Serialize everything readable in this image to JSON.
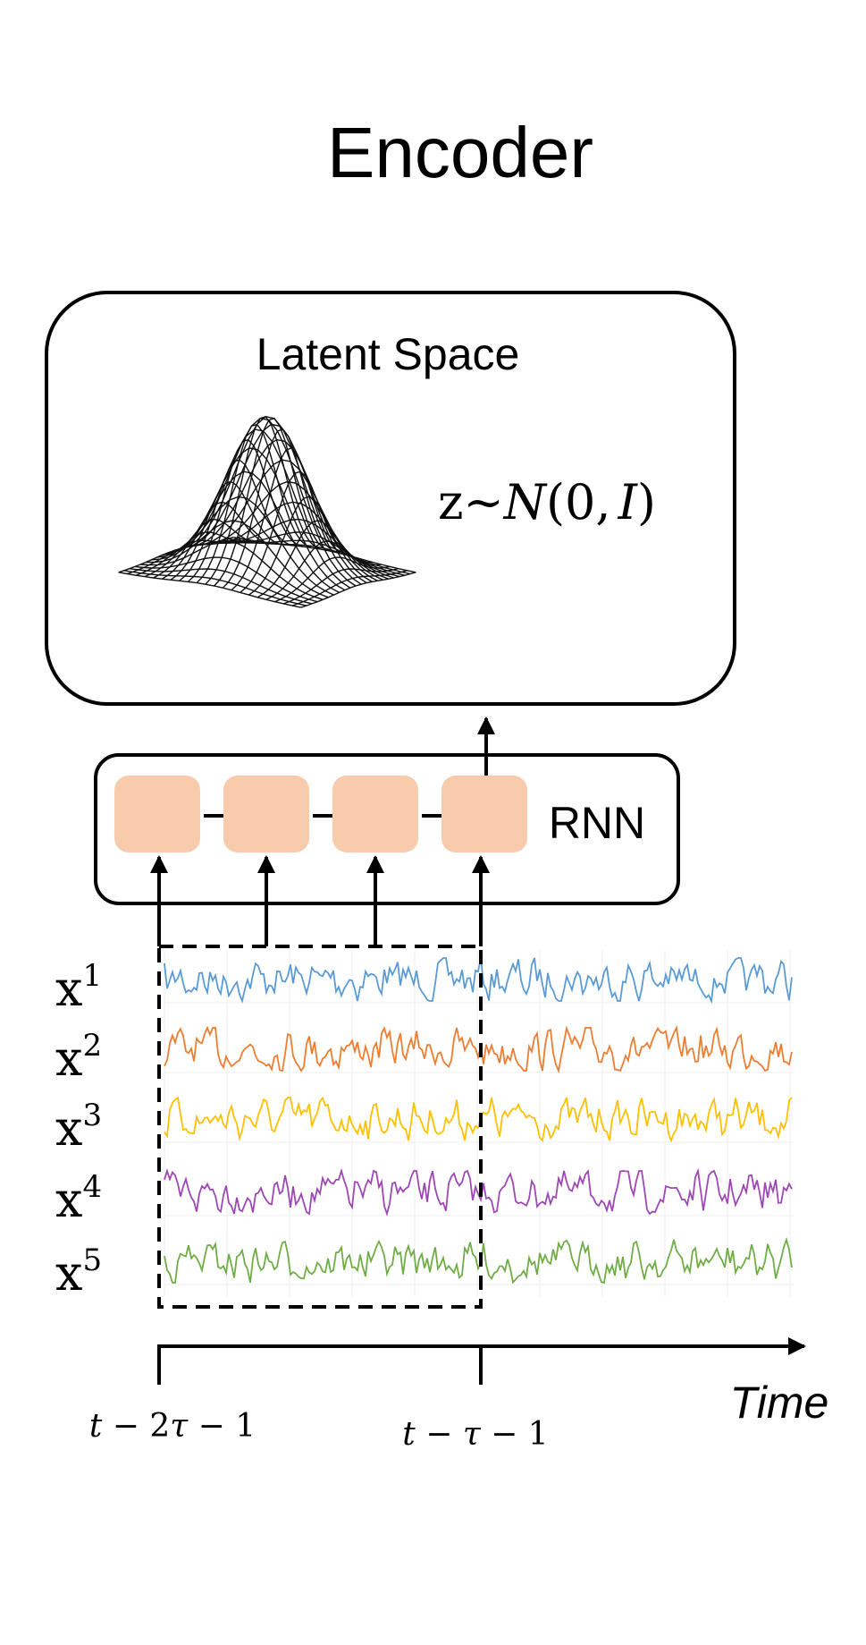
{
  "title": "Encoder",
  "latent": {
    "label": "Latent Space",
    "z": "z",
    "tilde": "~",
    "dist": "N",
    "open": "(",
    "mean": "0",
    "comma": ",",
    "cov": "I",
    "close": ")"
  },
  "rnn": {
    "label": "RNN",
    "cell_color": "#f8cbad"
  },
  "series": [
    {
      "name": "x",
      "sup": "1",
      "color": "#5b9bd5"
    },
    {
      "name": "x",
      "sup": "2",
      "color": "#ed7d31"
    },
    {
      "name": "x",
      "sup": "3",
      "color": "#ffc000"
    },
    {
      "name": "x",
      "sup": "4",
      "color": "#9e48b5"
    },
    {
      "name": "x",
      "sup": "5",
      "color": "#70ad47"
    }
  ],
  "time_axis": {
    "label": "Time",
    "tick1_a": "t",
    "tick1_b": " − 2",
    "tick1_c": "τ",
    "tick1_d": " − 1",
    "tick2_a": "t",
    "tick2_b": " − ",
    "tick2_c": "τ",
    "tick2_d": " − 1"
  }
}
